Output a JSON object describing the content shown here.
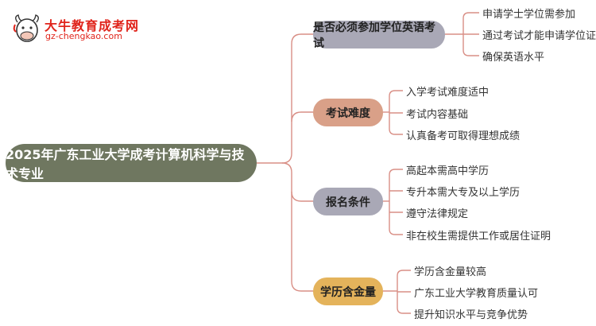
{
  "logo": {
    "title": "大牛教育成考网",
    "url": "gz-chengkao.com",
    "icon": "cartoon-bull-head-icon"
  },
  "colors": {
    "root_bg": "#6f7760",
    "branch_1_bg": "#a9a8b6",
    "branch_2_bg": "#d9a088",
    "branch_3_bg": "#a9a8b6",
    "branch_4_bg": "#e4b35b",
    "connector": "#d98f86",
    "brand_red": "#e0241b"
  },
  "mindmap": {
    "root": "2025年广东工业大学成考计算机科学与技术专业",
    "branches": [
      {
        "label": "是否必须参加学位英语考试",
        "leaves": [
          "申请学士学位需参加",
          "通过考试才能申请学位证书",
          "确保英语水平"
        ]
      },
      {
        "label": "考试难度",
        "leaves": [
          "入学考试难度适中",
          "考试内容基础",
          "认真备考可取得理想成绩"
        ]
      },
      {
        "label": "报名条件",
        "leaves": [
          "高起本需高中学历",
          "专升本需大专及以上学历",
          "遵守法律规定",
          "非在校生需提供工作或居住证明"
        ]
      },
      {
        "label": "学历含金量",
        "leaves": [
          "学历含金量较高",
          "广东工业大学教育质量认可",
          "提升知识水平与竞争优势"
        ]
      }
    ]
  }
}
